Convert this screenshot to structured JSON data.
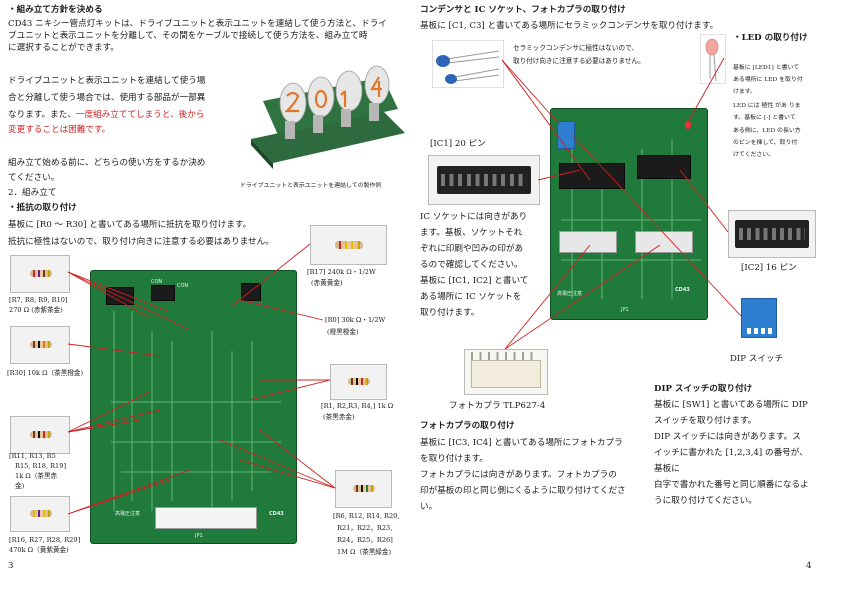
{
  "left": {
    "s1_heading": "・組み立て方針を決める",
    "p1_lines": [
      "CD43 ニキシー管点灯キットは、ドライブユニットと表示ユニットを連結して使う方法と、ドライ",
      "ブユニットと表示ユニットを分離して、その間をケーブルで接続して使う方法を、組み立て時",
      "に選択することができます。"
    ],
    "p2_lines": [
      "ドライブユニットと表示ユニットを連結して使う場",
      "合と分離して使う場合では、使用する部品が一部異",
      "なります。また、"
    ],
    "p2_red_inline": "一度組み立ててしまうと、後から",
    "p2_red_line": "変更することは困難です。",
    "photo_caption": "ドライブユニットと表示ユニットを連結しての製作例",
    "p3_lines": [
      "組み立て始める前に、どちらの使い方をするか決め",
      "てください。"
    ],
    "s2_heading": "2．組み立て",
    "s3_heading": "・抵抗の取り付け",
    "p4_lines": [
      "基板に [R0 ～ R30] と書いてある場所に抵抗を取り付けます。",
      "抵抗に極性はないので、取り付け向きに注意する必要はありません。"
    ],
    "labels": {
      "r7": [
        "[R7, R8, R9, R10]",
        "270 Ω (赤紫茶金)"
      ],
      "r30": [
        "[R30] 10k Ω（茶黒橙金)"
      ],
      "r11": [
        "[R11, R13, R5",
        "R15, R18, R19]",
        "1k Ω（茶黒赤",
        "金)"
      ],
      "r16": [
        "[R16, R27, R28, R29]",
        "470k Ω（黄紫黄金)"
      ],
      "r17": [
        "[R17] 240k Ω・1/2W",
        "(赤黄黄金)"
      ],
      "r0": [
        "[R0] 30k Ω・1/2W",
        "(橙黒橙金)"
      ],
      "r1": [
        "[R1, R2,R3, R4,] 1k Ω",
        "(茶黒赤金)"
      ],
      "r6": [
        "[R6, R12, R14, R20,",
        "R21，R22，R23,",
        "R24，R25，R26]",
        "1M Ω（茶黒緑金)"
      ]
    },
    "page_number": "3"
  },
  "right": {
    "s4_heading": "コンデンサと IC ソケット、フォトカプラの取り付け",
    "p5": "基板に [C1, C3] と書いてある場所にセラミックコンデンサを取り付けます。",
    "cap_note": [
      "セラミックコンデンサに極性はないので、",
      "取り付け向きに注意する必要はありません。"
    ],
    "ic1_label": "[IC1] 20 ピン",
    "ic_text": [
      "IC ソケットには向きがあり",
      "ます。基板、ソケットそれ",
      "ぞれに印刷や凹みの印があ",
      "るので確認してください。",
      "基板に [IC1, IC2] と書いて",
      "ある場所に IC ソケットを",
      "取り付けます。"
    ],
    "led_heading": "・LED の取り付け",
    "led_text": [
      "基板に [LED1] と書いて",
      "ある場所に LED を取り付",
      "けます。",
      "LED には 極性 があ りま",
      "す。基板に [-] と書いて",
      "ある側に、LED の長い方",
      "のピンを挿して、取り付",
      "けてください。"
    ],
    "ic2_label": "[IC2] 16 ピン",
    "dip_label": "DIP スイッチ",
    "photocoupler_label": "フォトカプラ TLP627-4",
    "photo_heading": "フォトカプラの取り付け",
    "photo_text": [
      "基板に [IC3, IC4] と書いてある場所にフォトカプラ",
      "を取り付けます。",
      "フォトカプラには向きがあります。フォトカプラの",
      "印が基板の印と同じ側にくるように取り付けてくださ",
      "い。"
    ],
    "dip_heading": "DIP スイッチの取り付け",
    "dip_text": [
      "基板に [SW1] と書いてある場所に DIP",
      "スイッチを取り付けます。",
      "DIP スイッチには向きがあります。ス",
      "イッチに書かれた [1,2,3,4] の番号が、",
      "基板に",
      "白字で書かれた番号と同じ順番になるよ",
      "うに取り付けてください。"
    ],
    "page_number": "4"
  },
  "pcb_silk": {
    "con_a": "CON",
    "con_b": "CON",
    "jp1": "JP1",
    "brand": "CD43",
    "warn": "高電圧注意"
  },
  "colors": {
    "pcb_green": "#1f7a3c",
    "leader_red": "#d21f1f",
    "dip_blue": "#2f7fd0"
  }
}
